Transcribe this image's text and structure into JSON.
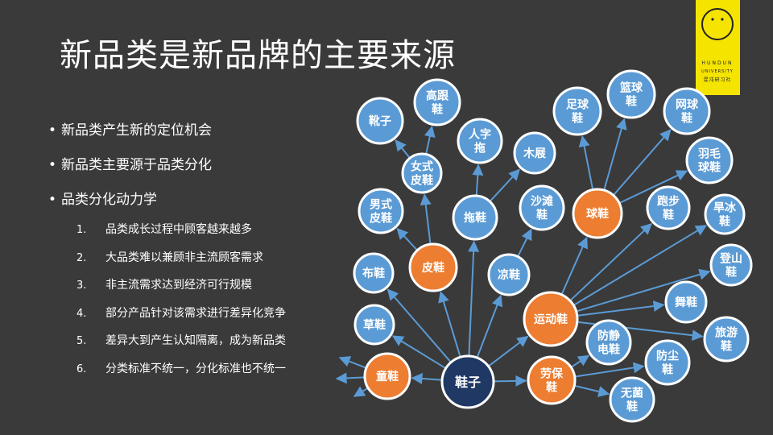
{
  "title": "新品类是新品牌的主要来源",
  "bullets": [
    "新品类产生新的定位机会",
    "新品类主要源于品类分化",
    "品类分化动力学"
  ],
  "steps": [
    {
      "num": "1.",
      "text": "品类成长过程中顾客越来越多"
    },
    {
      "num": "2.",
      "text": "大品类难以兼顾非主流顾客需求"
    },
    {
      "num": "3.",
      "text": "非主流需求达到经济可行规模"
    },
    {
      "num": "4.",
      "text": "部分产品针对该需求进行差异化竞争"
    },
    {
      "num": "5.",
      "text": "差异大到产生认知隔离，成为新品类"
    },
    {
      "num": "6.",
      "text": "分类标准不统一，分化标准也不统一"
    }
  ],
  "logo": {
    "line1": "HUNDUN",
    "line2": "UNIVERSITY",
    "line3": "混沌研习社"
  },
  "colors": {
    "background": "#3a3a3a",
    "blue_node": "#5b9bd5",
    "orange_node": "#ed7d31",
    "root_node": "#1f3864",
    "node_border": "#ffffff",
    "edge": "#5b9bd5",
    "logo_bg": "#f5e400"
  },
  "diagram": {
    "root": {
      "id": "xiezi",
      "label": [
        "鞋子"
      ],
      "kind": "root"
    },
    "nodes": [
      {
        "id": "tongxie",
        "label": [
          "童鞋"
        ],
        "kind": "orange"
      },
      {
        "id": "caoxie",
        "label": [
          "草鞋"
        ],
        "kind": "blue"
      },
      {
        "id": "buxie",
        "label": [
          "布鞋"
        ],
        "kind": "blue"
      },
      {
        "id": "pixie",
        "label": [
          "皮鞋"
        ],
        "kind": "orange"
      },
      {
        "id": "nanshi",
        "label": [
          "男式",
          "皮鞋"
        ],
        "kind": "blue"
      },
      {
        "id": "nvshi",
        "label": [
          "女式",
          "皮鞋"
        ],
        "kind": "blue"
      },
      {
        "id": "xuezi",
        "label": [
          "靴子"
        ],
        "kind": "blue"
      },
      {
        "id": "gaogen",
        "label": [
          "高跟",
          "鞋"
        ],
        "kind": "blue"
      },
      {
        "id": "tuoxie",
        "label": [
          "拖鞋"
        ],
        "kind": "blue"
      },
      {
        "id": "renzituo",
        "label": [
          "人字",
          "拖"
        ],
        "kind": "blue"
      },
      {
        "id": "muji",
        "label": [
          "木屐"
        ],
        "kind": "blue"
      },
      {
        "id": "liangxie",
        "label": [
          "凉鞋"
        ],
        "kind": "blue"
      },
      {
        "id": "shatan",
        "label": [
          "沙滩",
          "鞋"
        ],
        "kind": "blue"
      },
      {
        "id": "qiuxie",
        "label": [
          "球鞋"
        ],
        "kind": "orange"
      },
      {
        "id": "zuqiu",
        "label": [
          "足球",
          "鞋"
        ],
        "kind": "blue"
      },
      {
        "id": "lanqiu",
        "label": [
          "篮球",
          "鞋"
        ],
        "kind": "blue"
      },
      {
        "id": "wangqiu",
        "label": [
          "网球",
          "鞋"
        ],
        "kind": "blue"
      },
      {
        "id": "yumao",
        "label": [
          "羽毛",
          "球鞋"
        ],
        "kind": "blue"
      },
      {
        "id": "yundong",
        "label": [
          "运动鞋"
        ],
        "kind": "orange"
      },
      {
        "id": "paobu",
        "label": [
          "跑步",
          "鞋"
        ],
        "kind": "blue"
      },
      {
        "id": "hanbing",
        "label": [
          "旱冰",
          "鞋"
        ],
        "kind": "blue"
      },
      {
        "id": "dengshan",
        "label": [
          "登山",
          "鞋"
        ],
        "kind": "blue"
      },
      {
        "id": "wuxie",
        "label": [
          "舞鞋"
        ],
        "kind": "blue"
      },
      {
        "id": "lvyou",
        "label": [
          "旅游",
          "鞋"
        ],
        "kind": "blue"
      },
      {
        "id": "laobao",
        "label": [
          "劳保",
          "鞋"
        ],
        "kind": "orange"
      },
      {
        "id": "fangjing",
        "label": [
          "防静",
          "电鞋"
        ],
        "kind": "blue"
      },
      {
        "id": "fangchen",
        "label": [
          "防尘",
          "鞋"
        ],
        "kind": "blue"
      },
      {
        "id": "wujun",
        "label": [
          "无菌",
          "鞋"
        ],
        "kind": "blue"
      }
    ],
    "edges": [
      [
        "xiezi",
        "tongxie"
      ],
      [
        "xiezi",
        "caoxie"
      ],
      [
        "xiezi",
        "buxie"
      ],
      [
        "xiezi",
        "pixie"
      ],
      [
        "xiezi",
        "liangxie"
      ],
      [
        "xiezi",
        "tuoxie"
      ],
      [
        "xiezi",
        "yundong"
      ],
      [
        "xiezi",
        "laobao"
      ],
      [
        "pixie",
        "nanshi"
      ],
      [
        "pixie",
        "nvshi"
      ],
      [
        "nvshi",
        "xuezi"
      ],
      [
        "nvshi",
        "gaogen"
      ],
      [
        "tuoxie",
        "renzituo"
      ],
      [
        "tuoxie",
        "muji"
      ],
      [
        "liangxie",
        "shatan"
      ],
      [
        "yundong",
        "qiuxie"
      ],
      [
        "yundong",
        "paobu"
      ],
      [
        "yundong",
        "hanbing"
      ],
      [
        "yundong",
        "dengshan"
      ],
      [
        "yundong",
        "wuxie"
      ],
      [
        "yundong",
        "lvyou"
      ],
      [
        "qiuxie",
        "zuqiu"
      ],
      [
        "qiuxie",
        "lanqiu"
      ],
      [
        "qiuxie",
        "wangqiu"
      ],
      [
        "qiuxie",
        "yumao"
      ],
      [
        "laobao",
        "fangjing"
      ],
      [
        "laobao",
        "fangchen"
      ],
      [
        "laobao",
        "wujun"
      ]
    ]
  }
}
